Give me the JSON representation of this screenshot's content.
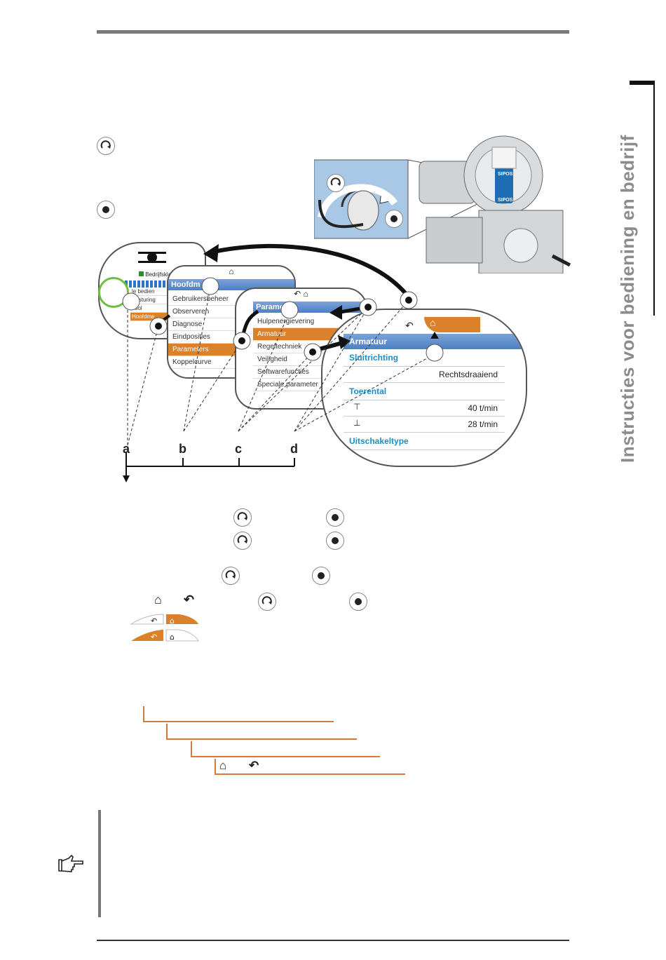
{
  "side_tab": {
    "text": "Instructies voor bediening en bedrijf"
  },
  "icons": {
    "turn": "turn-dial-icon",
    "push": "push-button-icon",
    "home": "home-icon",
    "back": "back-arrow-icon",
    "hand": "pointing-hand-icon"
  },
  "device": {
    "brand_top": "SIPOS",
    "brand_bottom": "SIPOS"
  },
  "screen_a": {
    "checkbox_label": "Bedrijfsklasse",
    "items": [
      "le bedien",
      "Besturing",
      "Tool",
      "Hoofdme"
    ]
  },
  "screen_b": {
    "title": "Hoofdm",
    "items": [
      "Gebruikersbeheer",
      "Observeren",
      "Diagnose",
      "Eindposities",
      "Parameters",
      "Koppelcurve"
    ],
    "selected_index": 4
  },
  "screen_c": {
    "title": "Parame",
    "items": [
      "Hulpenergievering",
      "Armatuur",
      "Regeltechniek",
      "Veiligheid",
      "Softwarefuncties",
      "Speciale parameter"
    ],
    "selected_index": 1
  },
  "screen_d": {
    "title": "Armatuur",
    "sections": [
      {
        "heading": "Sluitrichting",
        "rows": [
          "Rechtsdraaiend"
        ]
      },
      {
        "heading": "Toerental",
        "rows": [
          "40 t/min",
          "28 t/min"
        ]
      },
      {
        "heading": "Uitschakeltype",
        "rows": []
      }
    ]
  },
  "axis": {
    "labels": [
      "a",
      "b",
      "c",
      "d"
    ]
  },
  "colors": {
    "accent": "#d9822b",
    "menu_blue": "#4e7fc4",
    "param_blue": "#1a8fc4",
    "rule": "#7a7a7a"
  }
}
